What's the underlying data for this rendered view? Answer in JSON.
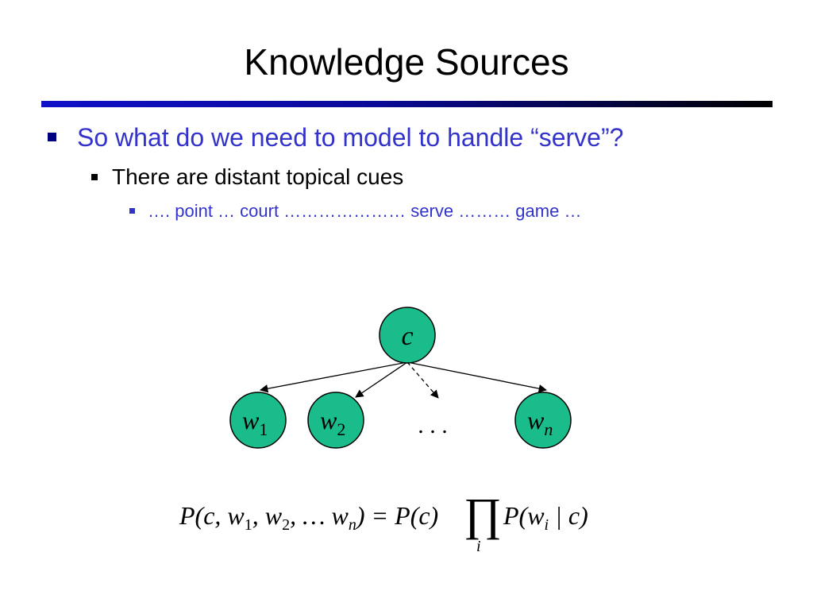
{
  "slide": {
    "title": "Knowledge Sources",
    "bullet1": "So what do we need to model to handle “serve”?",
    "bullet2": "There are distant topical cues",
    "bullet3": "…. point … court ………………… serve ……… game …"
  },
  "diagram": {
    "nodes": [
      {
        "id": "c",
        "label": "c",
        "sub": ""
      },
      {
        "id": "w1",
        "label": "w",
        "sub": "1"
      },
      {
        "id": "w2",
        "label": "w",
        "sub": "2"
      },
      {
        "id": "wn",
        "label": "w",
        "sub": "n"
      }
    ],
    "ellipsis": ". . .",
    "node_color": "#1abc8c",
    "edges": [
      {
        "from": "c",
        "to": "w1",
        "style": "solid"
      },
      {
        "from": "c",
        "to": "w2",
        "style": "solid"
      },
      {
        "from": "c",
        "to": "dots",
        "style": "dashed"
      },
      {
        "from": "c",
        "to": "wn",
        "style": "solid"
      }
    ]
  },
  "formula": {
    "lhs_parts": [
      "P(c, w",
      "1",
      ", w",
      "2",
      ", … w",
      "n",
      ") = P(c)"
    ],
    "product_symbol": "∏",
    "product_index": "i",
    "rhs_parts": [
      "P(w",
      "i",
      " | c)"
    ]
  }
}
